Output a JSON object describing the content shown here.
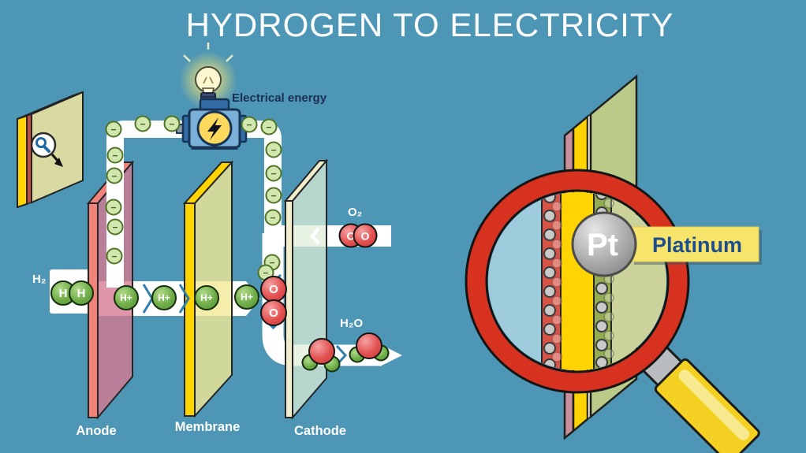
{
  "title": "HYDROGEN TO ELECTRICITY",
  "diagram": {
    "electrical_energy_label": "Electrical energy",
    "h2_label": "H₂",
    "o2_label": "O₂",
    "h2o_label": "H₂O",
    "anode_label": "Anode",
    "membrane_label": "Membrane",
    "cathode_label": "Cathode"
  },
  "molecules": {
    "hydrogen": "H",
    "proton": "H+",
    "oxygen": "O",
    "electron": "−"
  },
  "magnified_view": {
    "element_symbol": "Pt",
    "element_name": "Platinum"
  },
  "colors": {
    "background": "#4d96b5",
    "path_white": "#ffffff",
    "anode_edge": "#f2837b",
    "anode_face": "#b57b90",
    "membrane_yellow": "#ffd400",
    "cathode_face": "#bad6c9",
    "molecule_green": "#6fae49",
    "molecule_red": "#e25151",
    "electron_green": "#d2e7ae",
    "magnifier_ring_red": "#d7311f",
    "platinum_label_bg": "#f7e46b",
    "platinum_label_text": "#1c4d8f",
    "handle_yellow": "#f4d022",
    "text_dark_navy": "#1d2e55"
  }
}
